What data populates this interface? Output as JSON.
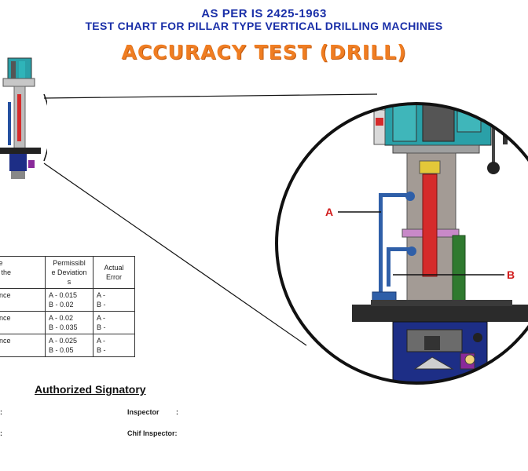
{
  "header": {
    "standard": "AS PER IS 2425-1963",
    "subtitle": "TEST CHART FOR PILLAR TYPE VERTICAL DRILLING MACHINES",
    "title": "ACCURACY TEST (DRILL)"
  },
  "table": {
    "headers": [
      "ut of the\naper of the\nndle.",
      "Permissibl\ne Deviation\ns",
      "Actual\nError"
    ],
    "rows": [
      [
        "n Distance",
        "A - 0.015\nB - 0.02",
        "A -\nB -"
      ],
      [
        "n Distance",
        "A - 0.02\nB - 0.035",
        "A -\nB -"
      ],
      [
        "n Distance",
        "A - 0.025\nB - 0.05",
        "A -\nB -"
      ]
    ]
  },
  "signature": {
    "title": "Authorized Signatory",
    "left_label_1": ":",
    "left_label_2": ":",
    "inspector_label": "Inspector",
    "inspector_colon": ":",
    "chief_label": "Chif Inspector:"
  },
  "diagram": {
    "label_a": "A",
    "label_b": "B"
  },
  "colors": {
    "heading_blue": "#1a2fa8",
    "title_orange": "#ef7d22",
    "marker_red": "#d11a1a"
  }
}
